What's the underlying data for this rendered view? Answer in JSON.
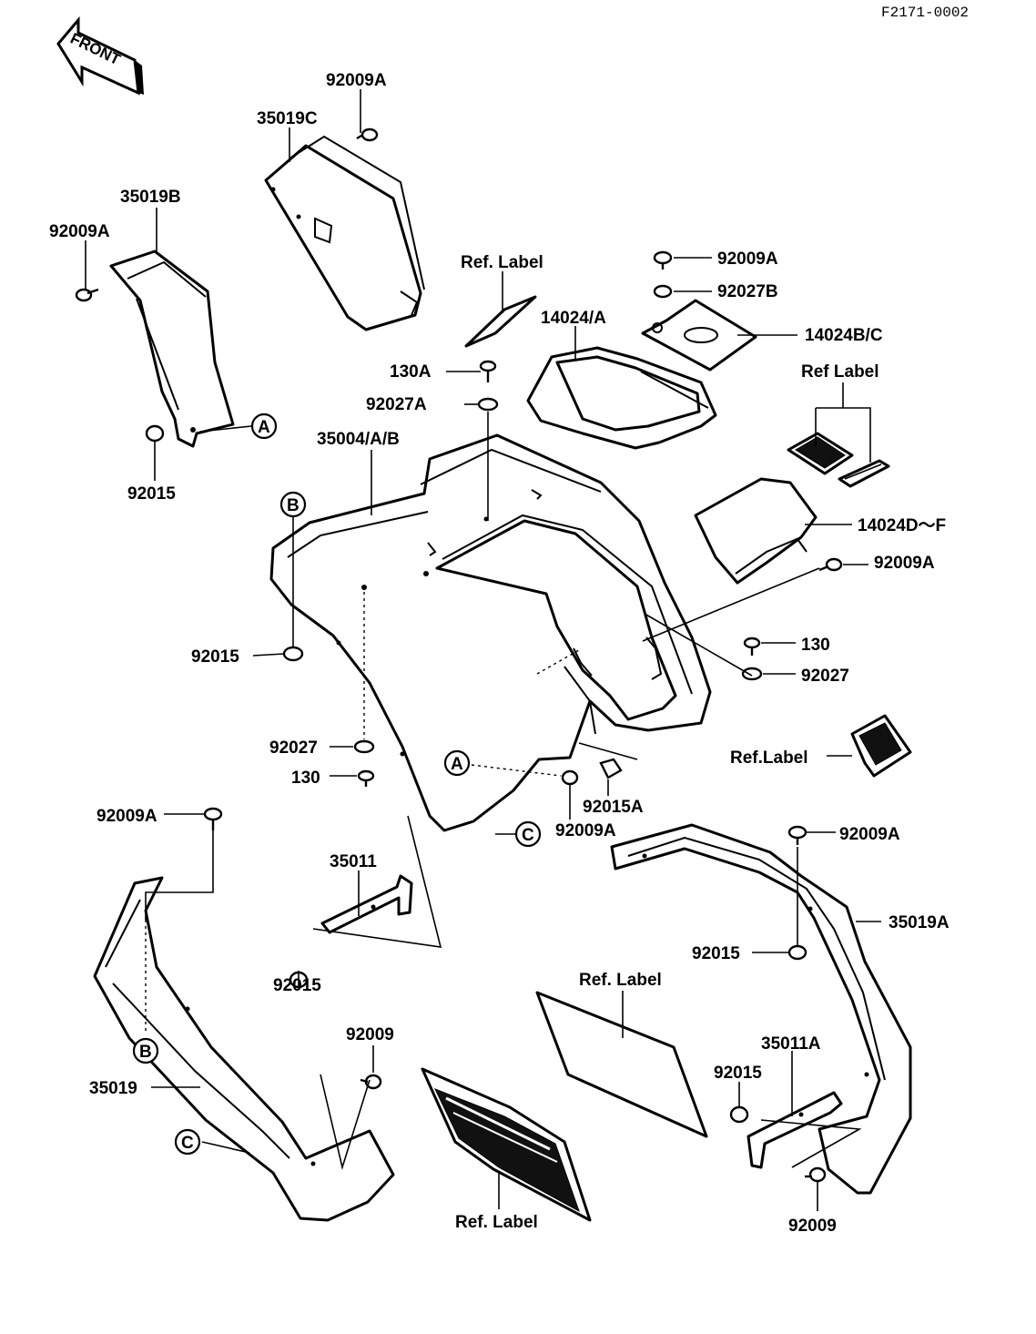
{
  "sheet_id": "F2171-0002",
  "front_arrow": "FRONT",
  "callouts": {
    "c1": "92009A",
    "c2": "35019C",
    "c3": "35019B",
    "c4": "92009A",
    "c5": "92015",
    "c6": "Ref. Label",
    "c7": "92009A",
    "c8": "92027B",
    "c9": "14024/A",
    "c10": "14024B/C",
    "c11": "130A",
    "c12": "92027A",
    "c13": "Ref Label",
    "c14": "35004/A/B",
    "c15": "14024D～F",
    "c16": "92009A",
    "c17": "92015",
    "c18": "130",
    "c19": "92027",
    "c20": "92027",
    "c21": "130",
    "c22": "Ref.Label",
    "c23": "92015A",
    "c24": "92009A",
    "c25": "92009A",
    "c26": "92009A",
    "c27": "35011",
    "c28": "35019A",
    "c29": "92015",
    "c30": "92015",
    "c31": "Ref. Label",
    "c32": "92009",
    "c33": "35011A",
    "c34": "35019",
    "c35": "92015",
    "c36": "Ref. Label",
    "c37": "92009"
  },
  "markers": {
    "a": "A",
    "b": "B",
    "c": "C"
  }
}
